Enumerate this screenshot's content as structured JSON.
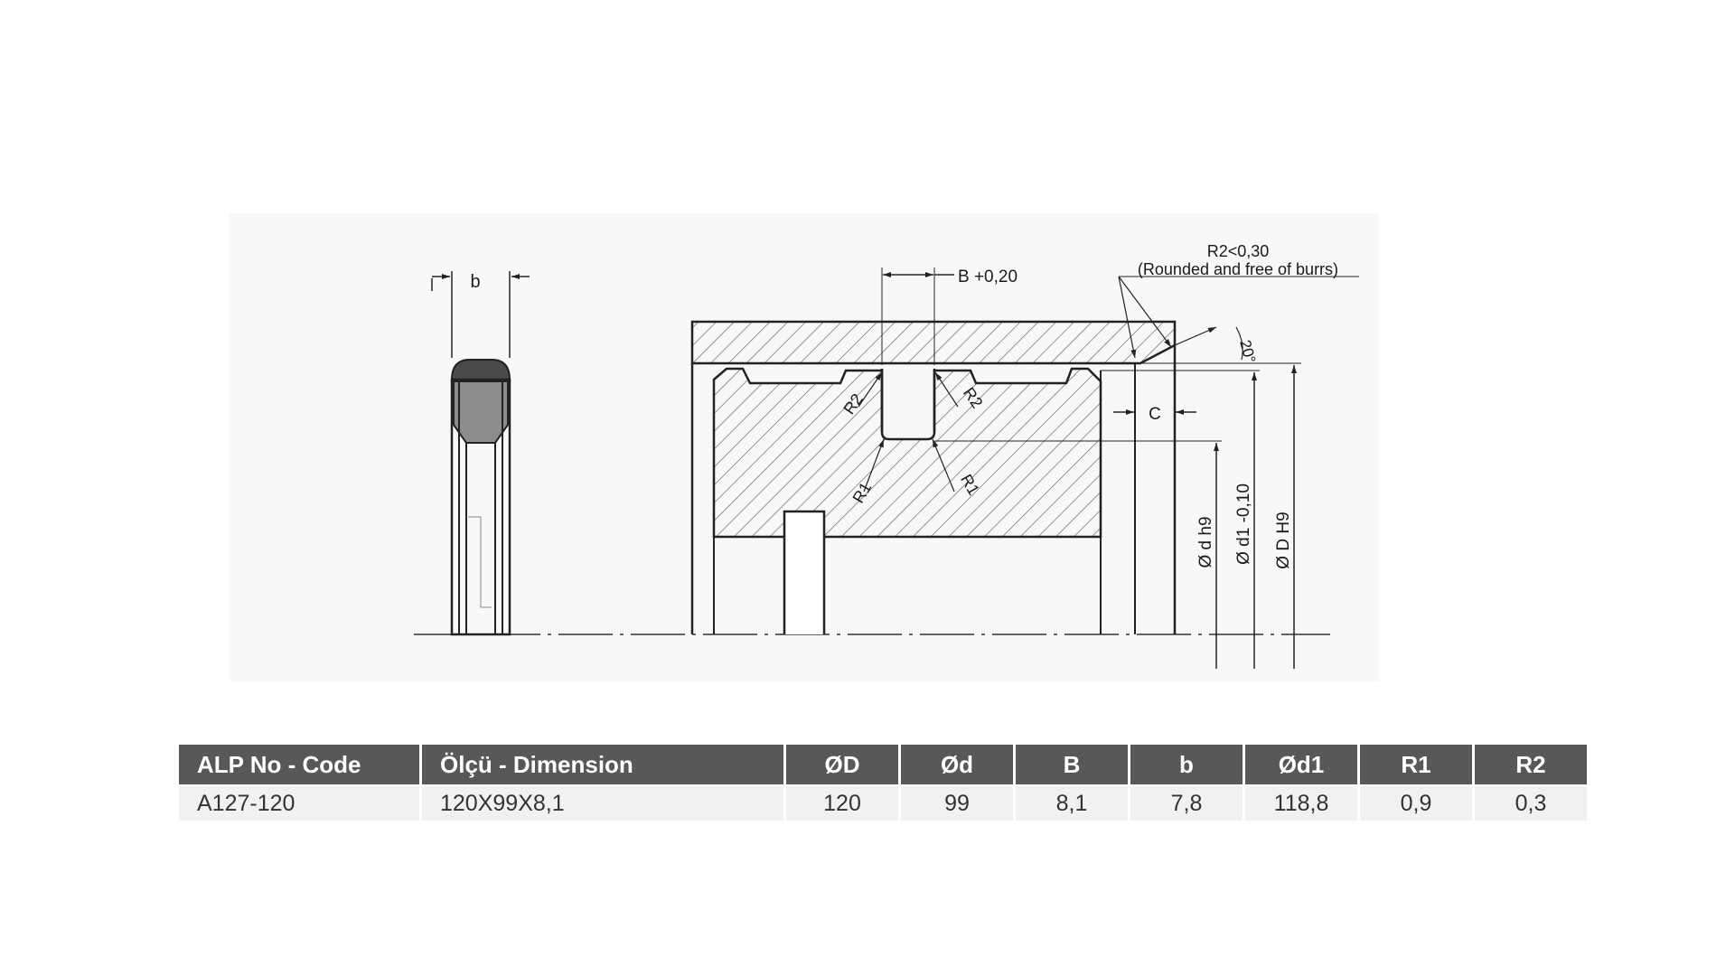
{
  "drawing": {
    "labels": {
      "b": "b",
      "groove_width": "B +0,20",
      "r2_note": "R2<0,30",
      "r2_note_detail": "(Rounded and free of burrs)",
      "angle": "20°",
      "c": "C",
      "r2_left": "R2",
      "r2_right": "R2",
      "r1_left": "R1",
      "r1_right": "R1",
      "dia_d": "Ø d h9",
      "dia_d1": "Ø d1 -0,10",
      "dia_D": "Ø D H9"
    }
  },
  "table": {
    "headers": [
      "ALP No - Code",
      "Ölçü  - Dimension",
      "ØD",
      "Ød",
      "B",
      "b",
      "Ød1",
      "R1",
      "R2"
    ],
    "rows": [
      [
        "A127-120",
        "120X99X8,1",
        "120",
        "99",
        "8,1",
        "7,8",
        "118,8",
        "0,9",
        "0,3"
      ]
    ]
  }
}
